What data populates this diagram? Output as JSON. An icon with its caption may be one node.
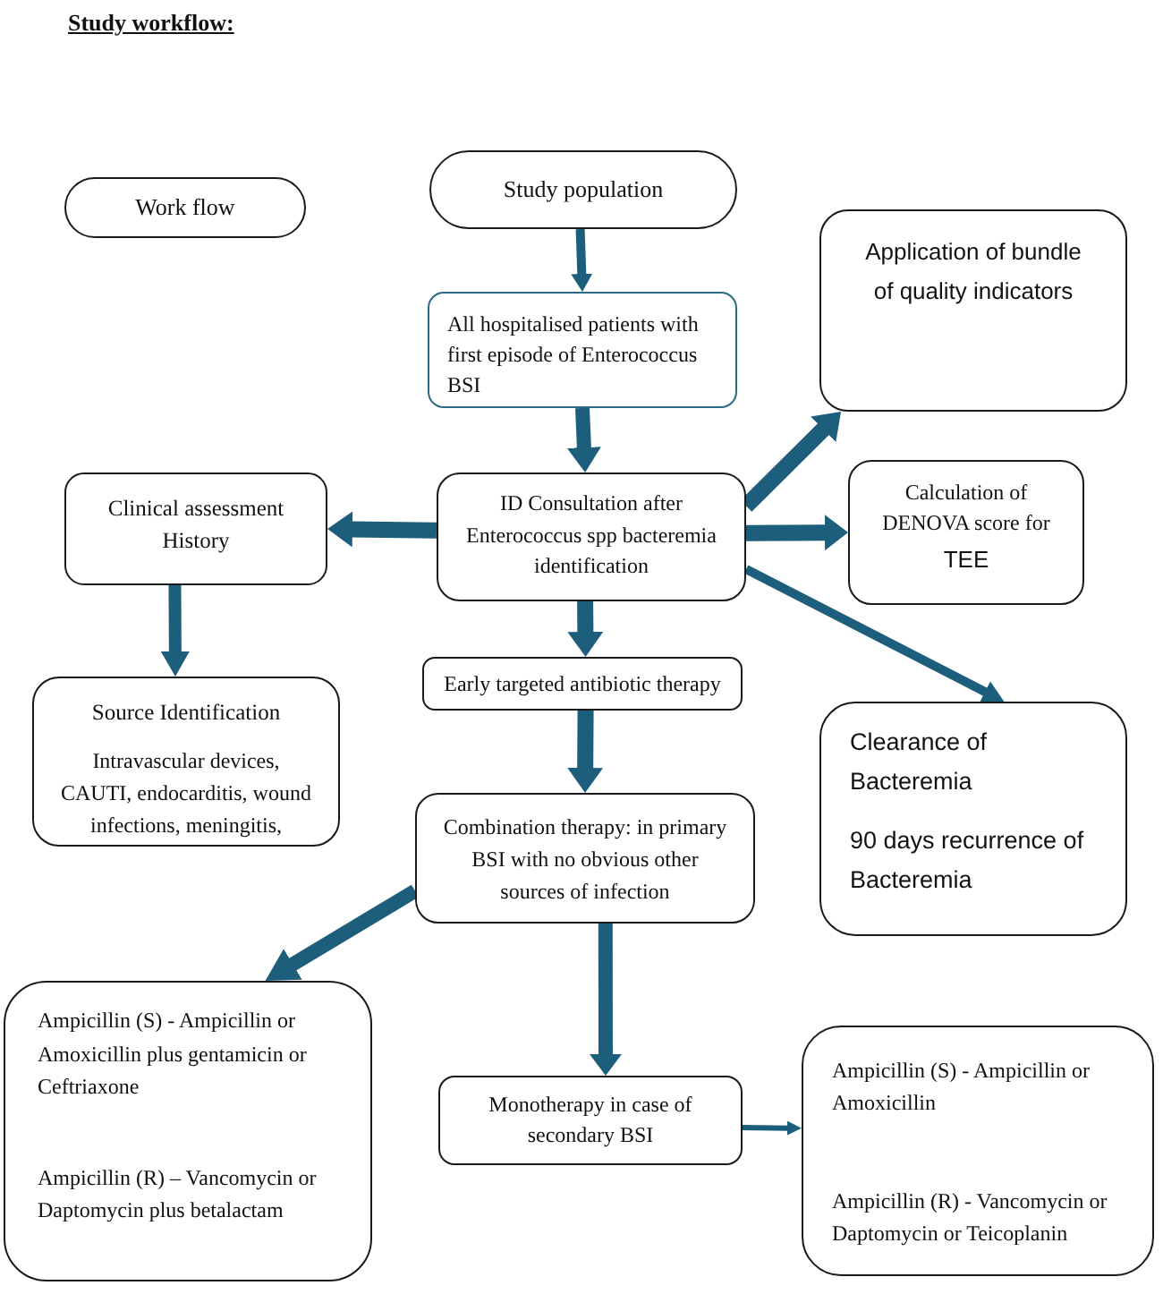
{
  "diagram": {
    "title": "Study workflow:",
    "nodes": [
      {
        "text": [
          "Work flow"
        ]
      },
      {
        "text": [
          "Study population"
        ]
      },
      {
        "text": [
          "All hospitalised patients with first episode of Enterococcus BSI"
        ]
      },
      {
        "text": [
          "Application of bundle of quality indicators"
        ]
      },
      {
        "text": [
          "Clinical assessment",
          "History"
        ]
      },
      {
        "text": [
          "ID Consultation after Enterococcus spp bacteremia identification"
        ]
      },
      {
        "text": [
          "Calculation of DENOVA score for",
          "TEE"
        ]
      },
      {
        "text": [
          "Early targeted antibiotic therapy"
        ]
      },
      {
        "text": [
          "Source Identification",
          "Intravascular devices, CAUTI, endocarditis, wound infections, meningitis,"
        ]
      },
      {
        "text": [
          "Clearance of Bacteremia",
          "90 days recurrence of Bacteremia"
        ]
      },
      {
        "text": [
          "Combination therapy: in primary BSI with no obvious other sources of infection"
        ]
      },
      {
        "text": [
          "Ampicillin (S) - Ampicillin or Amoxicillin plus gentamicin or Ceftriaxone",
          "Ampicillin (R) – Vancomycin or Daptomycin plus betalactam"
        ]
      },
      {
        "text": [
          "Monotherapy in case of secondary BSI"
        ]
      },
      {
        "text": [
          "Ampicillin (S) - Ampicillin or Amoxicillin",
          "Ampicillin (R) - Vancomycin or Daptomycin or Teicoplanin"
        ]
      }
    ],
    "edges": [
      {
        "from": 1,
        "to": 2,
        "arrow": "to"
      },
      {
        "from": 2,
        "to": 5,
        "arrow": "to"
      },
      {
        "from": 5,
        "to": 3,
        "arrow": "to"
      },
      {
        "from": 5,
        "to": 6,
        "arrow": "to"
      },
      {
        "from": 5,
        "to": 4,
        "arrow": "to"
      },
      {
        "from": 5,
        "to": 9,
        "arrow": "to"
      },
      {
        "from": 5,
        "to": 7,
        "arrow": "to"
      },
      {
        "from": 4,
        "to": 8,
        "arrow": "to"
      },
      {
        "from": 7,
        "to": 10,
        "arrow": "to"
      },
      {
        "from": 10,
        "to": 11,
        "arrow": "to"
      },
      {
        "from": 10,
        "to": 12,
        "arrow": "to"
      },
      {
        "from": 12,
        "to": 13,
        "arrow": "to"
      }
    ]
  }
}
